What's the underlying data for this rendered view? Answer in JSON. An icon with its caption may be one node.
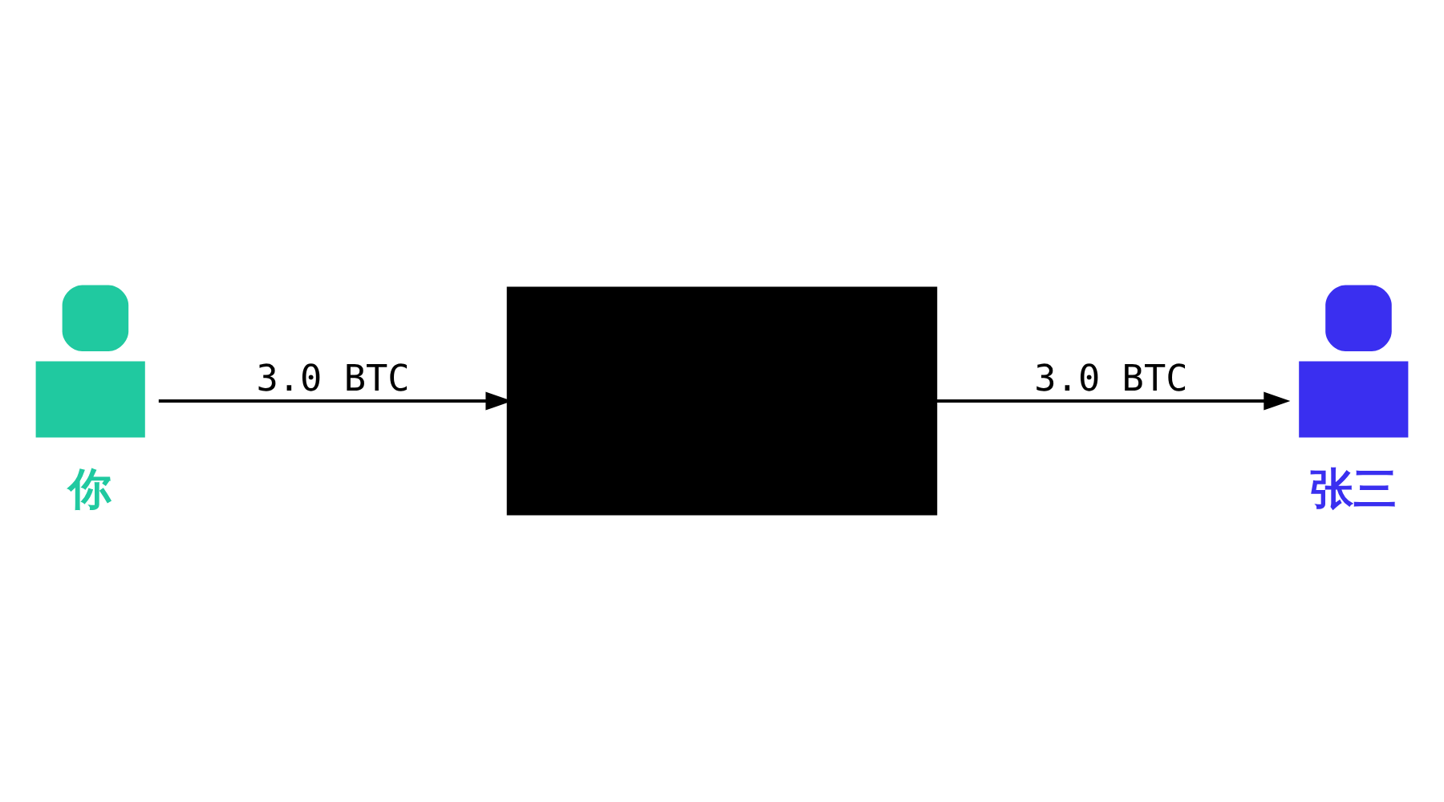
{
  "diagram": {
    "nodes": [
      {
        "text": [
          "你"
        ]
      },
      {
        "text": [],
        "shape": "box"
      },
      {
        "text": [
          "张三"
        ]
      }
    ],
    "edges": [
      {
        "from": 0,
        "to": 1,
        "arrow": "to",
        "label": "3.0 BTC"
      },
      {
        "from": 1,
        "to": 2,
        "arrow": "to",
        "label": "3.0 BTC"
      }
    ]
  }
}
